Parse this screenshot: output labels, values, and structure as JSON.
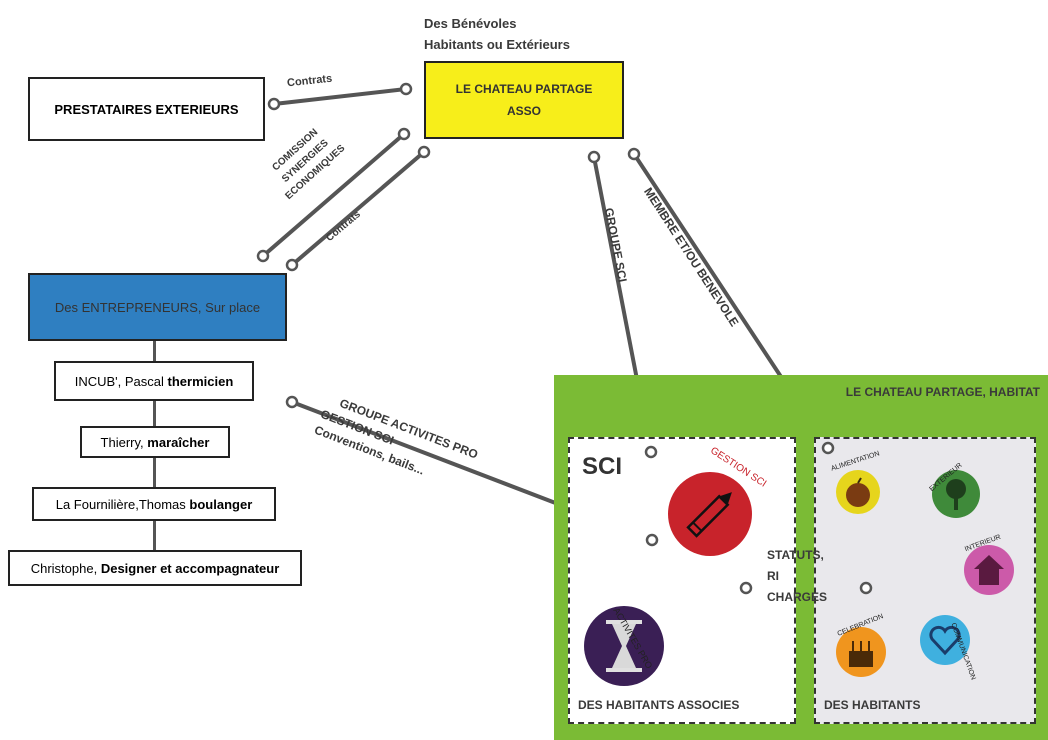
{
  "volunteers": {
    "line1": "Des Bénévoles",
    "line2": "Habitants ou Extérieurs"
  },
  "chateau_asso": {
    "line1": "LE CHATEAU PARTAGE",
    "line2": "ASSO"
  },
  "prestataires": "PRESTATAIRES EXTERIEURS",
  "entrepreneurs": "Des ENTREPRENEURS, Sur place",
  "chain": [
    {
      "text": "INCUB', Pascal ",
      "bold": "thermicien"
    },
    {
      "text": "Thierry, ",
      "bold": "maraîcher"
    },
    {
      "text": "La Fournilière,Thomas ",
      "bold": "boulanger"
    },
    {
      "text": "Christophe, ",
      "bold": "Designer et accompagnateur"
    }
  ],
  "links": {
    "contrats_top": "Contrats",
    "commission": [
      "COMISSION",
      "SYNERGIES",
      "ECONOMIQUES"
    ],
    "contrats_mid": "Contrats",
    "groupe_sci": "GROUPE SCI",
    "membre": "MEMBRE ET/OU BENEVOLE",
    "activites": [
      "GROUPE ACTIVITES PRO",
      "GESTION SCI",
      "Conventions, bails..."
    ]
  },
  "habitat": {
    "title": "LE CHATEAU PARTAGE, HABITAT",
    "sci_label": "SCI",
    "associes": "DES HABITANTS ASSOCIES",
    "habitants": "DES HABITANTS",
    "gestion_sci": "GESTION SCI",
    "activites_pro": "ACTIVITES PRO",
    "statuts": [
      "STATUTS,",
      "RI",
      "CHARGES"
    ],
    "icons": [
      {
        "name": "alimentation",
        "label": "ALIMENTATION",
        "color": "#e6d51c"
      },
      {
        "name": "exterieur",
        "label": "EXTERIEUR",
        "color": "#3f8a3a"
      },
      {
        "name": "interieur",
        "label": "INTERIEUR",
        "color": "#cc5aa9"
      },
      {
        "name": "celebration",
        "label": "CELEBRATION",
        "color": "#f0951e"
      },
      {
        "name": "communication",
        "label": "COMMUNICATION",
        "color": "#3fb0df"
      }
    ]
  },
  "colors": {
    "yellow": "#f7ee1a",
    "blue": "#2f7fc1",
    "green": "#7bbb35",
    "red": "#c8232b",
    "purple": "#3a1f55",
    "line": "#555555"
  }
}
